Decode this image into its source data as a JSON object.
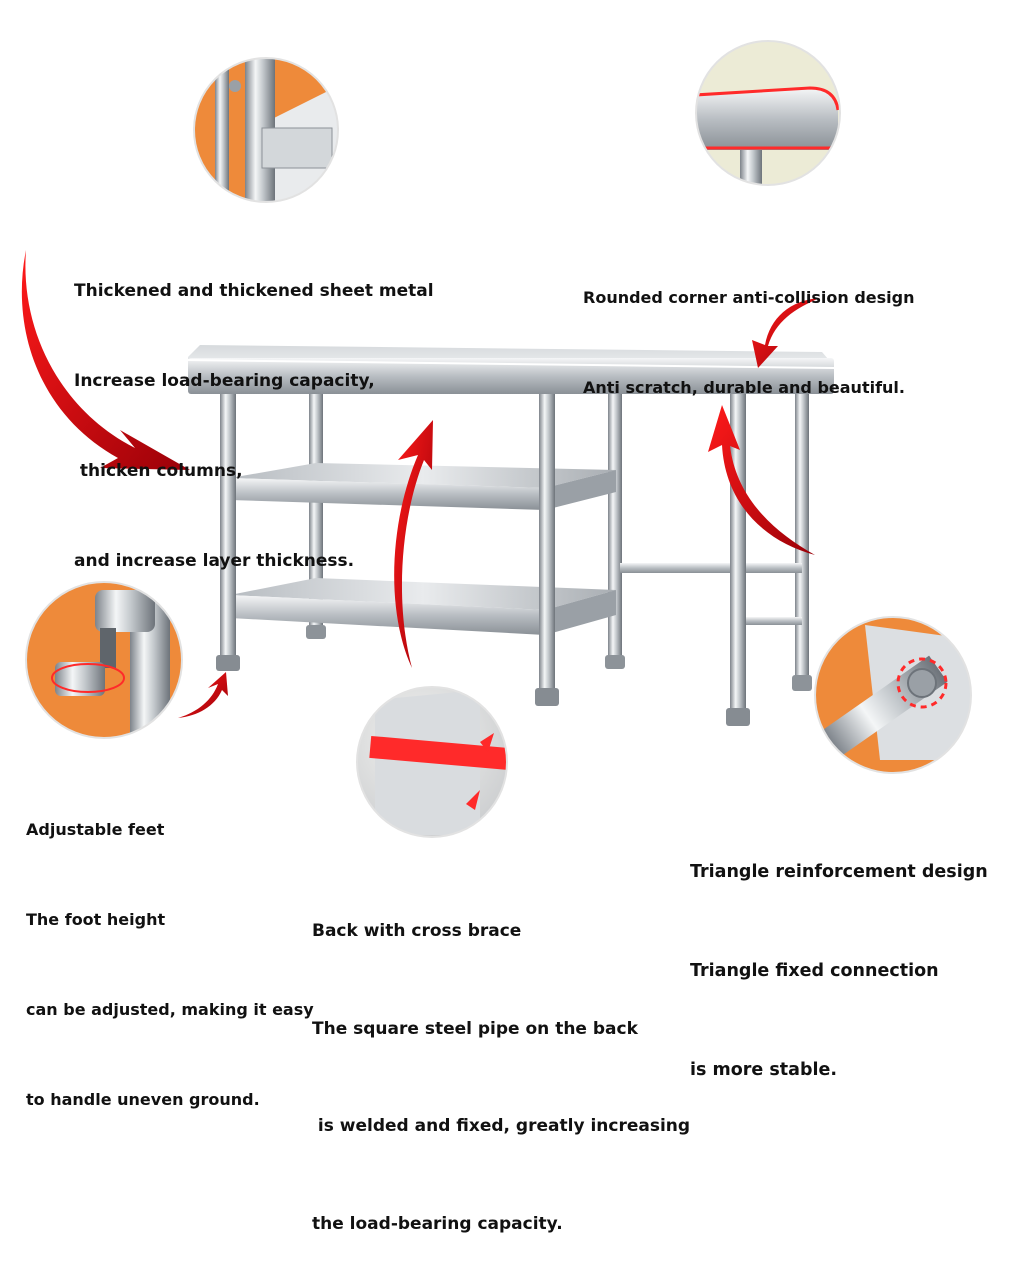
{
  "callouts": {
    "sheet_metal": {
      "line1": "Thickened and thickened sheet metal",
      "line2": "Increase load-bearing capacity,",
      "line3": " thicken columns,",
      "line4": "and increase layer thickness."
    },
    "rounded_corner": {
      "line1": "Rounded corner anti-collision design",
      "line2": "Anti scratch, durable and beautiful."
    },
    "adjustable_feet": {
      "line1": "Adjustable feet",
      "line2": "The foot height",
      "line3": "can be adjusted, making it easy",
      "line4": "to handle uneven ground."
    },
    "cross_brace": {
      "line1": "Back with cross brace",
      "line2": "The square steel pipe on the back",
      "line3": " is welded and fixed, greatly increasing",
      "line4": "the load-bearing capacity."
    },
    "triangle": {
      "line1": "Triangle reinforcement design",
      "line2": "Triangle fixed connection",
      "line3": "is more stable."
    }
  },
  "colors": {
    "arrow_red": "#c8000a",
    "steel_light": "#e6e8ea",
    "steel_dark": "#8c9298",
    "accent_orange": "#ee8a3a",
    "highlight_red": "#ff2a2a"
  }
}
